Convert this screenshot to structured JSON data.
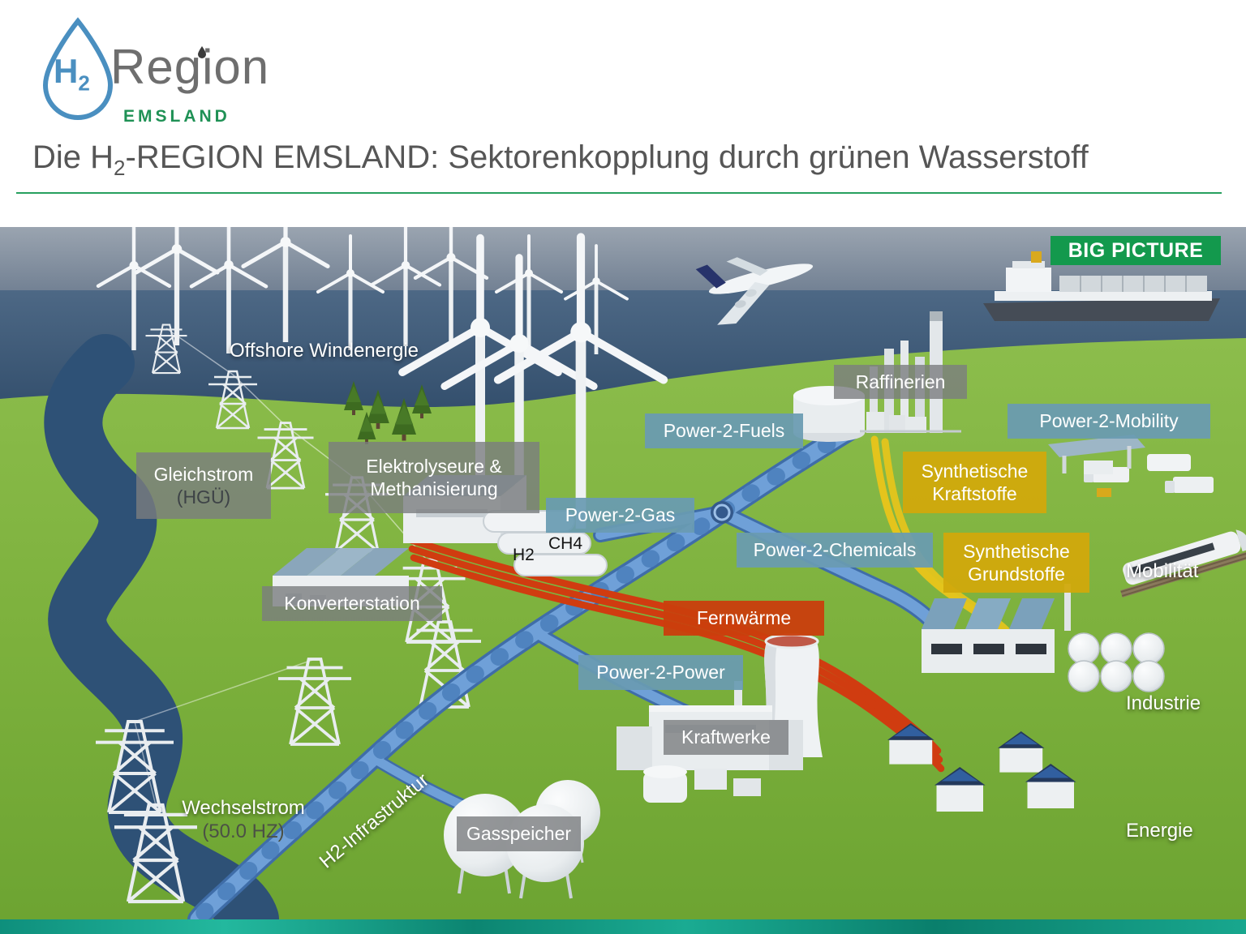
{
  "logo": {
    "h2": "H",
    "h2_sub": "2",
    "region": "Region",
    "emsland": "EMSLAND"
  },
  "title": {
    "prefix": "Die H",
    "subscript": "2",
    "suffix": "-REGION EMSLAND: Sektorenkopplung durch grünen Wasserstoff"
  },
  "scene": {
    "badge": "BIG PICTURE",
    "labels": {
      "offshore_wind": "Offshore Windenergie",
      "gleichstrom": {
        "line1": "Gleichstrom",
        "line2": "(HGÜ)"
      },
      "elektrolyseure": {
        "line1": "Elektrolyseure &",
        "line2": "Methanisierung"
      },
      "raffinerien": "Raffinerien",
      "power_2_fuels": "Power-2-Fuels",
      "power_2_mobility": "Power-2-Mobility",
      "synthetische_kraftstoffe": {
        "line1": "Synthetische",
        "line2": "Kraftstoffe"
      },
      "power_2_gas": "Power-2-Gas",
      "h2": "H2",
      "ch4": "CH4",
      "power_2_chemicals": "Power-2-Chemicals",
      "synthetische_grundstoffe": {
        "line1": "Synthetische",
        "line2": "Grundstoffe"
      },
      "mobilitaet": "Mobilität",
      "konverterstation": "Konverterstation",
      "fernwaerme": "Fernwärme",
      "power_2_power": "Power-2-Power",
      "industrie": "Industrie",
      "kraftwerke": "Kraftwerke",
      "wechselstrom": {
        "line1": "Wechselstrom",
        "line2": "(50.0 HZ)"
      },
      "h2_infrastruktur": "H2-Infrastruktur",
      "gasspeicher": "Gasspeicher",
      "energie": "Energie"
    },
    "colors": {
      "badge_green": "#13994d",
      "title_rule_green": "#27a05f",
      "emsland_green": "#1f9155",
      "logo_blue": "#4a8fc0",
      "label_gray": "#7a7d80",
      "label_blue": "#699bb1",
      "label_yellow": "#d1a90c",
      "label_red": "#ca3e0d",
      "pipeline_blue": "#6fa0d8",
      "pipeline_red": "#d03c10",
      "pipeline_yellow": "#e4c41c",
      "footer_teal": "#18a78e"
    }
  }
}
